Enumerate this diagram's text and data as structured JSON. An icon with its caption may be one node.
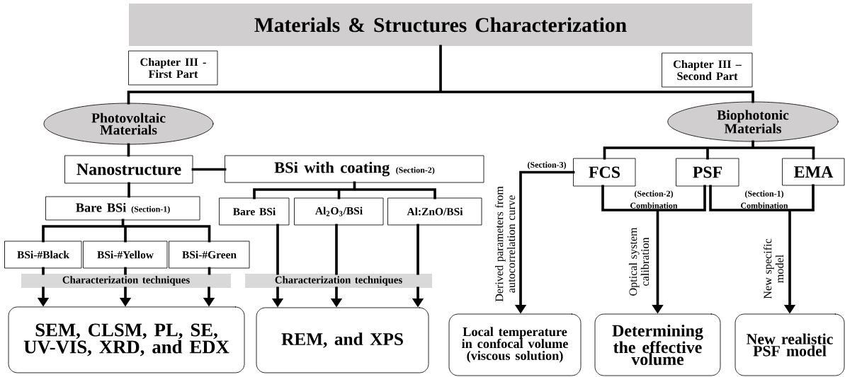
{
  "diagram": {
    "nodes": [
      {
        "text": [
          "Materials & Structures Characterization"
        ]
      },
      {
        "text": [
          "Chapter III - First Part"
        ]
      },
      {
        "text": [
          "Chapter III – Second Part"
        ]
      },
      {
        "text": [
          "Photovoltaic Materials"
        ]
      },
      {
        "text": [
          "Biophotonic Materials"
        ]
      },
      {
        "text": [
          "Nanostructure"
        ]
      },
      {
        "text": [
          "BSi with coating",
          "(Section-2)"
        ]
      },
      {
        "text": [
          "FCS"
        ]
      },
      {
        "text": [
          "PSF"
        ]
      },
      {
        "text": [
          "EMA"
        ]
      },
      {
        "text": [
          "Bare BSi",
          "(Section-1)"
        ]
      },
      {
        "text": [
          "Bare BSi"
        ]
      },
      {
        "text": [
          "Al$_{2}$O$_{3}$/BSi"
        ]
      },
      {
        "text": [
          "Al:ZnO/BSi"
        ]
      },
      {
        "text": [
          "BSi-#Black"
        ]
      },
      {
        "text": [
          "BSi-#Yellow"
        ]
      },
      {
        "text": [
          "BSi-#Green"
        ]
      },
      {
        "text": [
          "Characterization techniques"
        ]
      },
      {
        "text": [
          "Characterization techniques"
        ]
      },
      {
        "text": [
          "SEM, CLSM, PL, SE, UV-VIS, XRD, and EDX"
        ]
      },
      {
        "text": [
          "REM, and XPS"
        ]
      },
      {
        "text": [
          "Local temperature in confocal volume (viscous solution)"
        ]
      },
      {
        "text": [
          "Determining the effective volume"
        ]
      },
      {
        "text": [
          "New realistic PSF model"
        ]
      }
    ],
    "edges": [
      {
        "from": 0,
        "to": 3,
        "arrow": "none"
      },
      {
        "from": 0,
        "to": 4,
        "arrow": "none"
      },
      {
        "from": 3,
        "to": 5,
        "arrow": "none"
      },
      {
        "from": 5,
        "to": 6,
        "arrow": "none"
      },
      {
        "from": 5,
        "to": 10,
        "arrow": "none"
      },
      {
        "from": 6,
        "to": 11,
        "arrow": "none"
      },
      {
        "from": 6,
        "to": 12,
        "arrow": "none"
      },
      {
        "from": 6,
        "to": 13,
        "arrow": "none"
      },
      {
        "from": 10,
        "to": 14,
        "arrow": "none"
      },
      {
        "from": 10,
        "to": 15,
        "arrow": "none"
      },
      {
        "from": 10,
        "to": 16,
        "arrow": "none"
      },
      {
        "from": 14,
        "to": 17,
        "arrow": "none"
      },
      {
        "from": 15,
        "to": 17,
        "arrow": "none"
      },
      {
        "from": 16,
        "to": 17,
        "arrow": "none"
      },
      {
        "from": 17,
        "to": 19,
        "arrow": "to"
      },
      {
        "from": 17,
        "to": 19,
        "arrow": "to"
      },
      {
        "from": 17,
        "to": 19,
        "arrow": "to"
      },
      {
        "from": 11,
        "to": 18,
        "arrow": "none"
      },
      {
        "from": 12,
        "to": 18,
        "arrow": "none"
      },
      {
        "from": 13,
        "to": 18,
        "arrow": "none"
      },
      {
        "from": 18,
        "to": 20,
        "arrow": "to"
      },
      {
        "from": 18,
        "to": 20,
        "arrow": "to"
      },
      {
        "from": 18,
        "to": 20,
        "arrow": "to"
      },
      {
        "from": 4,
        "to": 7,
        "arrow": "none"
      },
      {
        "from": 4,
        "to": 8,
        "arrow": "none"
      },
      {
        "from": 4,
        "to": 9,
        "arrow": "none"
      },
      {
        "from": 7,
        "to": 21,
        "arrow": "to"
      },
      {
        "from": 7,
        "to": 22,
        "arrow": "to"
      },
      {
        "from": 8,
        "to": 22,
        "arrow": "to"
      },
      {
        "from": 8,
        "to": 23,
        "arrow": "to"
      },
      {
        "from": 9,
        "to": 23,
        "arrow": "to"
      }
    ],
    "labels": [
      "(Section-3)",
      "Derived parameters from autocorrelation curve",
      "(Section-2) Combination",
      "(Section-1) Combination",
      "Optical system calibration",
      "New specific model"
    ]
  }
}
